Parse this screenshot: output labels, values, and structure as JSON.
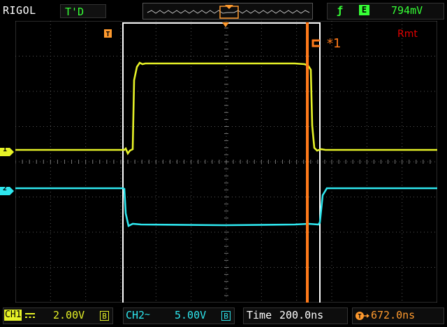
{
  "header": {
    "brand": "RIGOL",
    "trigger_status": "T'D",
    "trigger_edge_icon": "rising-edge-icon",
    "trigger_source": "E",
    "trigger_level": "794mV"
  },
  "screen": {
    "remote_label": "Rmt",
    "cursor_label": "*1",
    "trigger_marker": "T",
    "ch1_marker": "1",
    "ch2_marker": "2",
    "channel_colors": {
      "ch1": "#e6f227",
      "ch2": "#2ee6ee",
      "cursor": "#ff7a1a"
    }
  },
  "footer": {
    "ch1_name": "CH1",
    "ch1_coupling_icon": "dc-coupling-icon",
    "ch1_scale": "2.00V",
    "ch1_bw": "B",
    "ch2_name": "CH2",
    "ch2_coupling_icon": "ac-coupling-icon",
    "ch2_scale": "5.00V",
    "ch2_bw": "B",
    "time_label": "Time",
    "time_scale": "200.0ns",
    "trigger_offset_icon": "trigger-offset-icon",
    "trigger_offset": "672.0ns"
  }
}
